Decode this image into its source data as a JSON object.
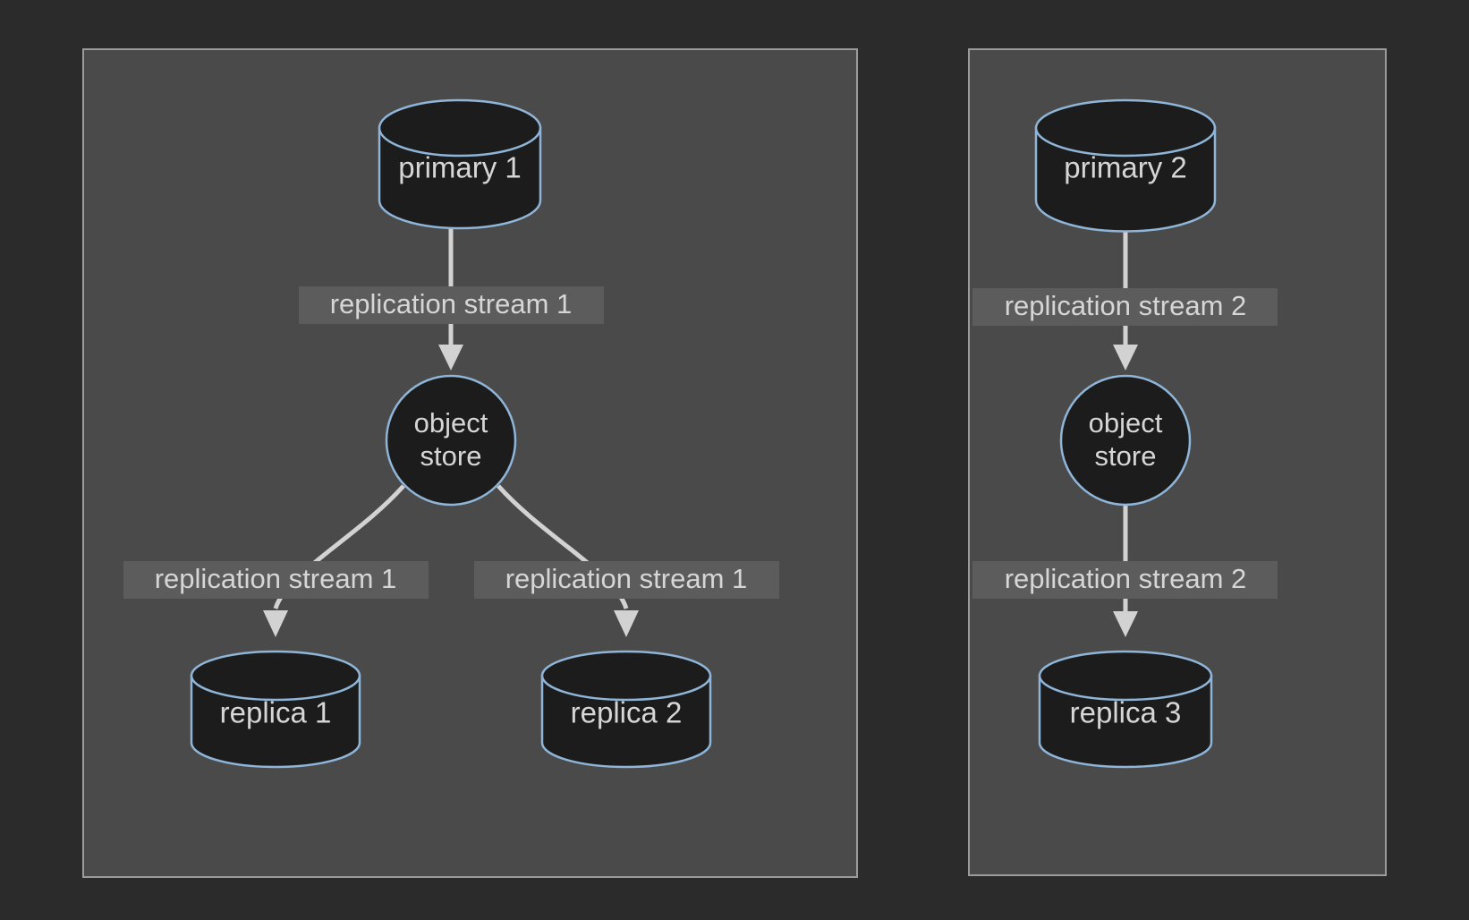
{
  "diagram": {
    "background_color": "#2b2b2b",
    "panel_fill": "#4a4a4a",
    "panel_stroke": "#9b9b9b",
    "node_fill": "#1c1c1c",
    "node_stroke": "#8fb5d8",
    "edge_color": "#d2d2d2",
    "label_box_fill": "#5c5c5c",
    "text_color": "#d6d6d6"
  },
  "panels": [
    {
      "id": "panel-left"
    },
    {
      "id": "panel-right"
    }
  ],
  "nodes": {
    "primary_1": {
      "label": "primary 1",
      "shape": "cylinder"
    },
    "primary_2": {
      "label": "primary 2",
      "shape": "cylinder"
    },
    "object_store_1": {
      "label_line1": "object",
      "label_line2": "store",
      "shape": "circle"
    },
    "object_store_2": {
      "label_line1": "object",
      "label_line2": "store",
      "shape": "circle"
    },
    "replica_1": {
      "label": "replica 1",
      "shape": "cylinder"
    },
    "replica_2": {
      "label": "replica 2",
      "shape": "cylinder"
    },
    "replica_3": {
      "label": "replica 3",
      "shape": "cylinder"
    }
  },
  "edges": {
    "primary1_to_store1": {
      "label": "replication stream 1"
    },
    "store1_to_replica1": {
      "label": "replication stream 1"
    },
    "store1_to_replica2": {
      "label": "replication stream 1"
    },
    "primary2_to_store2": {
      "label": "replication stream 2"
    },
    "store2_to_replica3": {
      "label": "replication stream 2"
    }
  }
}
